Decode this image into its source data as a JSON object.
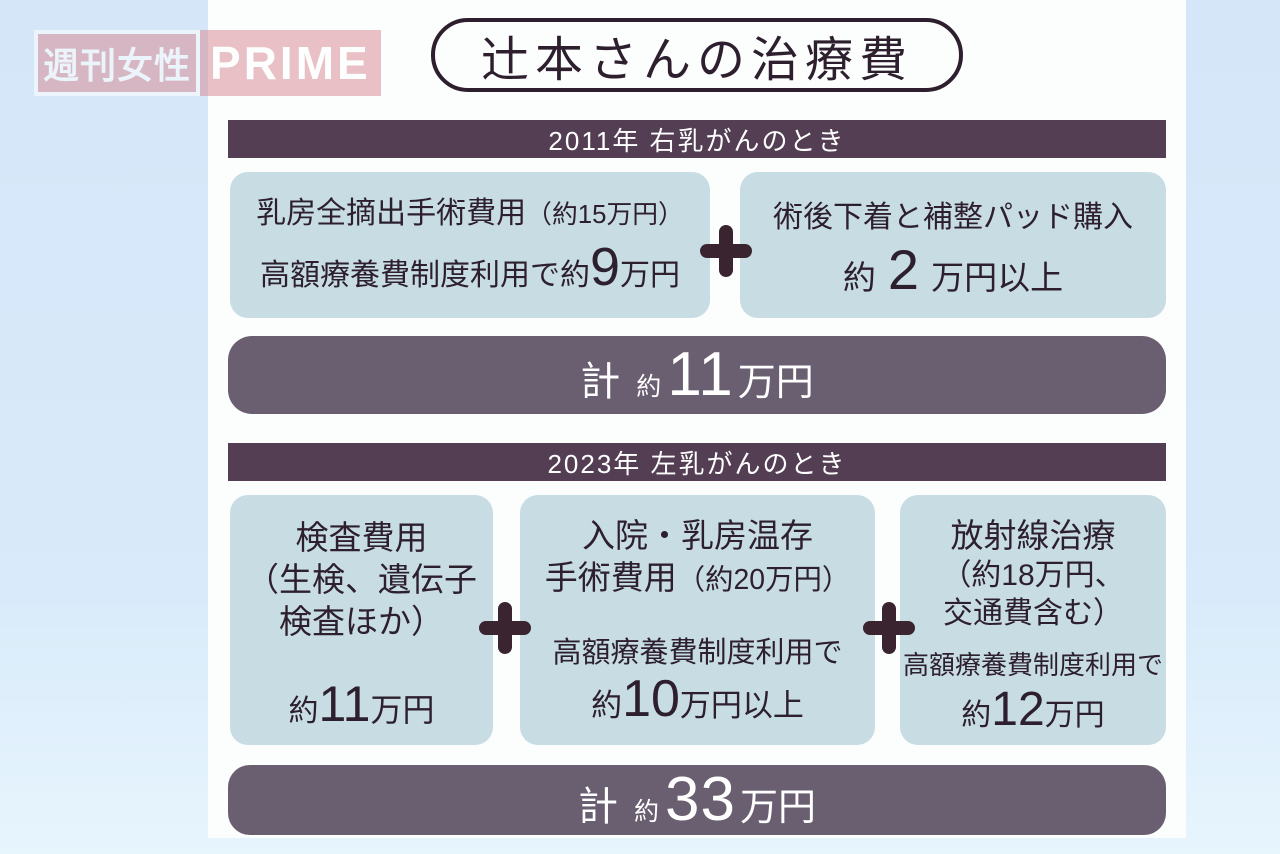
{
  "logo": {
    "name_jp": "週刊女性",
    "name_en": "PRIME"
  },
  "title": "辻本さんの治療費",
  "colors": {
    "background_blue": "#d8e9f8",
    "panel_white": "#fcfdfd",
    "box_blue": "#c7dce3",
    "year_bar_plum": "#533e53",
    "total_bar_purple": "#6a5f70",
    "text_dark": "#2d1f2d",
    "plus_dark": "#3a2430",
    "logo_pink": "#d98f98"
  },
  "icons": {
    "plus": "plus-icon (bold rounded cross)"
  },
  "section_2011": {
    "header": "2011年  右乳がんのとき",
    "box_surgery": {
      "line1_main": "乳房全摘出手術費用",
      "line1_paren": "（約15万円）",
      "line2_pre": "高額療養費制度利用で約",
      "line2_big": "9",
      "line2_post": "万円"
    },
    "box_underwear": {
      "line1": "術後下着と補整パッド購入",
      "line2_pre": "約",
      "line2_big": "2",
      "line2_post": "万円以上"
    },
    "total": {
      "label": "計",
      "approx": "約",
      "value": "11",
      "unit": "万円"
    }
  },
  "section_2023": {
    "header": "2023年  左乳がんのとき",
    "box_tests": {
      "title1": "検査費用",
      "title2": "（生検、遺伝子",
      "title3": "検査ほか）",
      "amount_pre": "約",
      "amount_big": "11",
      "amount_post": "万円"
    },
    "box_hospital": {
      "title1": "入院・乳房温存",
      "title2_main": "手術費用",
      "title2_paren": "（約20万円）",
      "sub": "高額療養費制度利用で",
      "amount_pre": "約",
      "amount_big": "10",
      "amount_post": "万円以上"
    },
    "box_radiation": {
      "title1": "放射線治療",
      "title2": "（約18万円、",
      "title3": "交通費含む）",
      "sub": "高額療養費制度利用で",
      "amount_pre": "約",
      "amount_big": "12",
      "amount_post": "万円"
    },
    "total": {
      "label": "計",
      "approx": "約",
      "value": "33",
      "unit": "万円"
    }
  }
}
